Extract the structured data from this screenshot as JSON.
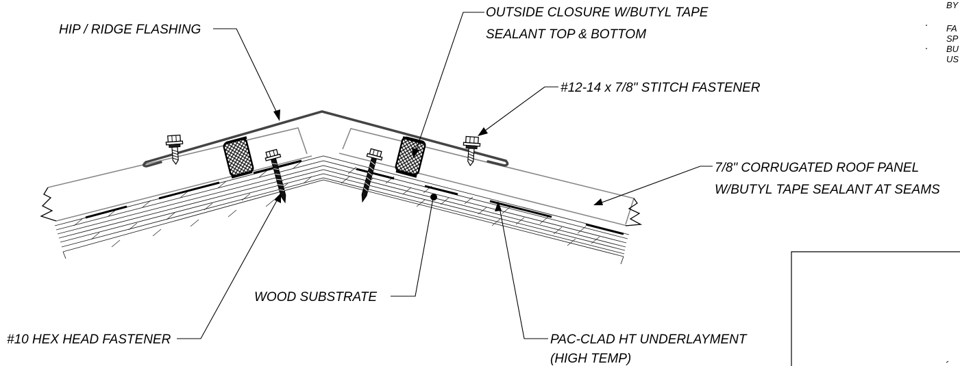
{
  "title": "",
  "labels": {
    "hip_ridge_flashing": "HIP / RIDGE FLASHING",
    "outside_closure_line1": "OUTSIDE CLOSURE W/BUTYL TAPE",
    "outside_closure_line2": "SEALANT TOP & BOTTOM",
    "stitch_fastener": "#12-14 x 7/8\" STITCH FASTENER",
    "roof_panel_line1": "7/8\" CORRUGATED ROOF PANEL",
    "roof_panel_line2": "W/BUTYL TAPE SEALANT AT SEAMS",
    "wood_substrate": "WOOD SUBSTRATE",
    "hex_head_fastener": "#10 HEX HEAD FASTENER",
    "underlayment_line1": "PAC-CLAD HT UNDERLAYMENT",
    "underlayment_line2": "(HIGH TEMP)"
  },
  "clipped_notes": {
    "line1": "BY",
    "line2": "FA",
    "line3": "SP",
    "line4": "BU",
    "line5": "US"
  },
  "colors": {
    "line": "#000000",
    "flashing": "#444444",
    "panel": "#888888",
    "closure_fill": "#111111"
  },
  "icons": {
    "fastener": "hex-head-screw-icon",
    "closure": "foam-closure-icon",
    "break": "break-line-icon"
  }
}
